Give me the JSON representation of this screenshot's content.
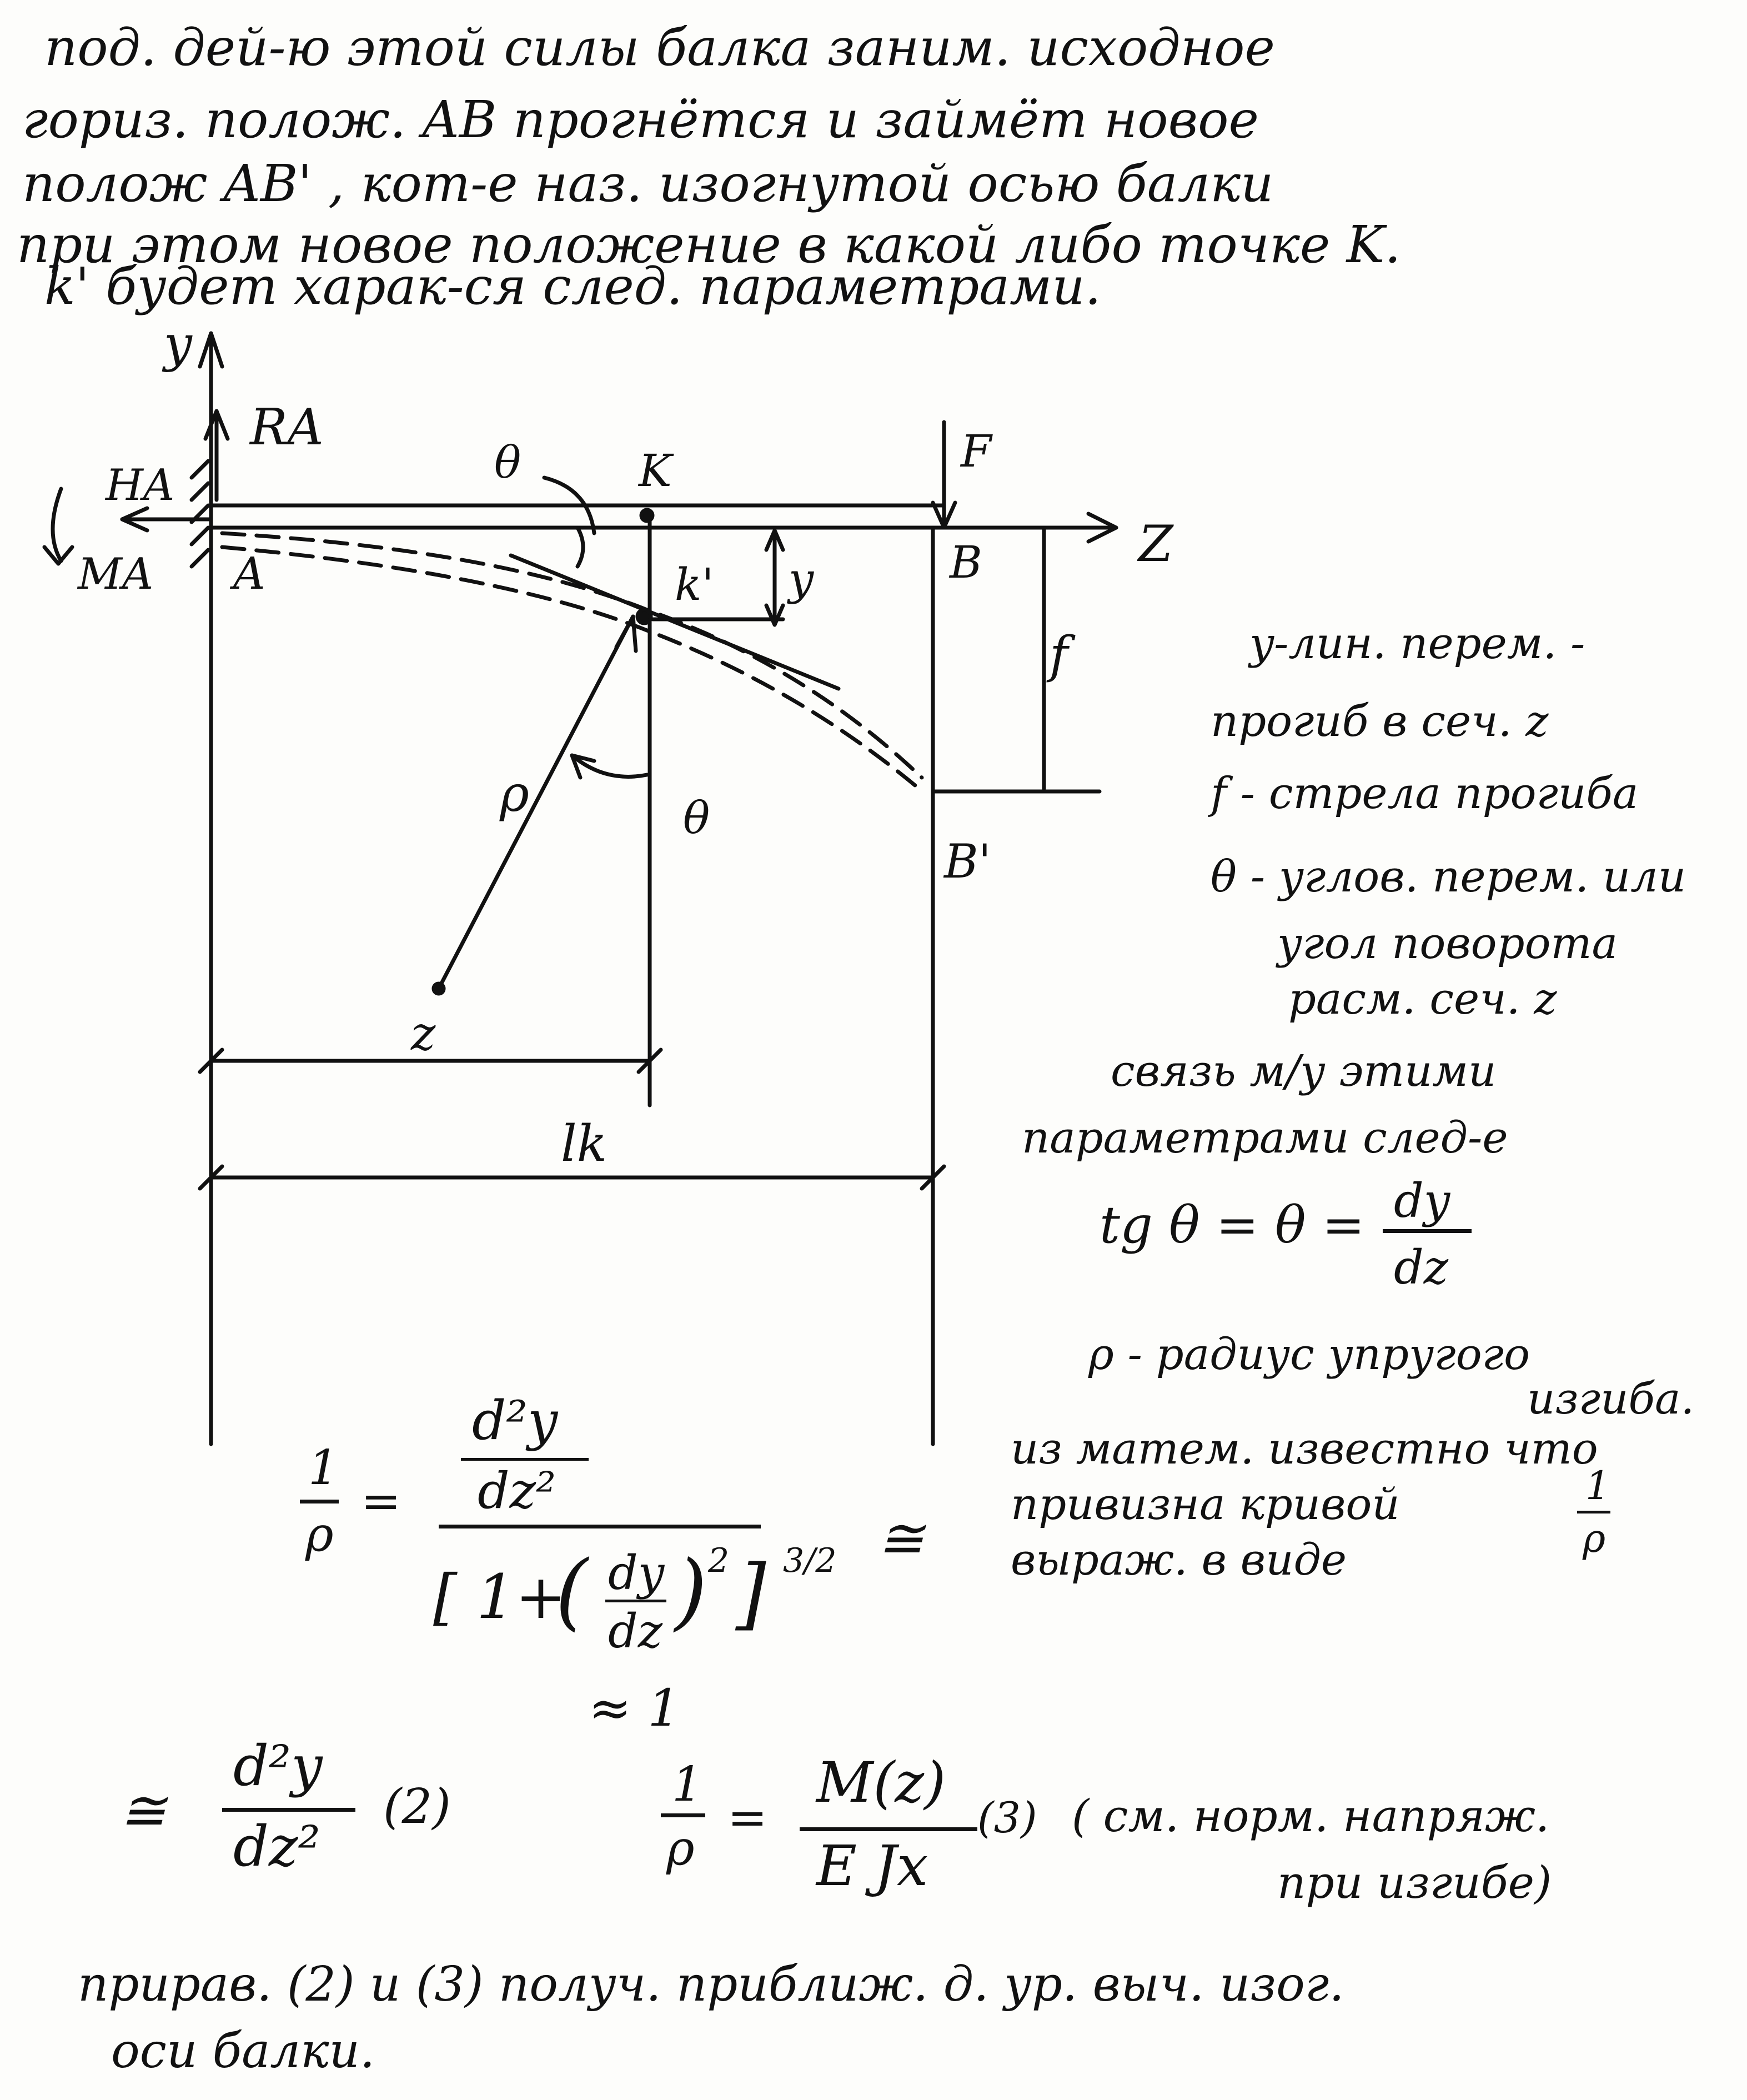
{
  "intro": {
    "lines": [
      "под. дей-ю этой силы балка заним. исходное",
      "гориз. полож. AB прогнётся и займёт новое",
      "полож AB' , кот-е наз. изогнутой осью балки",
      "при этом новое положение в какой либо точке K.",
      "k' будет харак-ся след. параметрами."
    ]
  },
  "diagram": {
    "labels": {
      "axis_y": "y",
      "axis_z": "Z",
      "reaction_ra": "RA",
      "reaction_ha": "HA",
      "moment_ma": "MA",
      "point_a": "A",
      "point_k": "K",
      "point_k_prime": "k'",
      "point_b": "B",
      "point_b_prime": "B'",
      "force_f": "F",
      "theta_top": "θ",
      "theta_bottom": "θ",
      "deflection_y": "y",
      "deflection_f": "f",
      "radius_rho": "ρ",
      "dim_z": "z",
      "dim_lk": "lk"
    }
  },
  "notes": {
    "y_def": [
      "y-лин. перем. -",
      "прогиб в сеч. z"
    ],
    "f_def": "f - стрела прогиба",
    "theta_def": [
      "θ - углов. перем. или",
      "угол поворота",
      "расм. сеч. z"
    ],
    "relation": [
      "связь м/у этими",
      "параметрами след-е"
    ],
    "rho_def": [
      "ρ - радиус упругого",
      "изгиба."
    ],
    "math_note": [
      "из матем. известно что",
      "привизна кривой",
      "выраж. в виде"
    ]
  },
  "formulas": {
    "tg_lhs": "tg θ = θ =",
    "tg_num": "dy",
    "tg_den": "dz",
    "curv_lhs_num": "1",
    "curv_lhs_den": "ρ",
    "curv_num": "d²y",
    "curv_den_top": "dz²",
    "curv_denom_open": "[ 1+",
    "curv_inner_num": "dy",
    "curv_inner_den": "dz",
    "curv_power": "3/2",
    "curv_approx_one": "≈ 1",
    "approx_sign": "≅",
    "eq2_sign": "≅",
    "eq2_num": "d²y",
    "eq2_den": "dz²",
    "eq2_label": "(2)",
    "eq3_lhs_num": "1",
    "eq3_lhs_den": "ρ",
    "eq3_num": "M(z)",
    "eq3_den": "E Jx",
    "eq3_label": "(3)",
    "eq3_note": [
      "( см. норм. напряж.",
      "при изгибе)"
    ]
  },
  "footer": {
    "lines": [
      "прирав. (2) и (3) получ. приближ. д. ур. выч. изог.",
      "оси балки."
    ]
  }
}
